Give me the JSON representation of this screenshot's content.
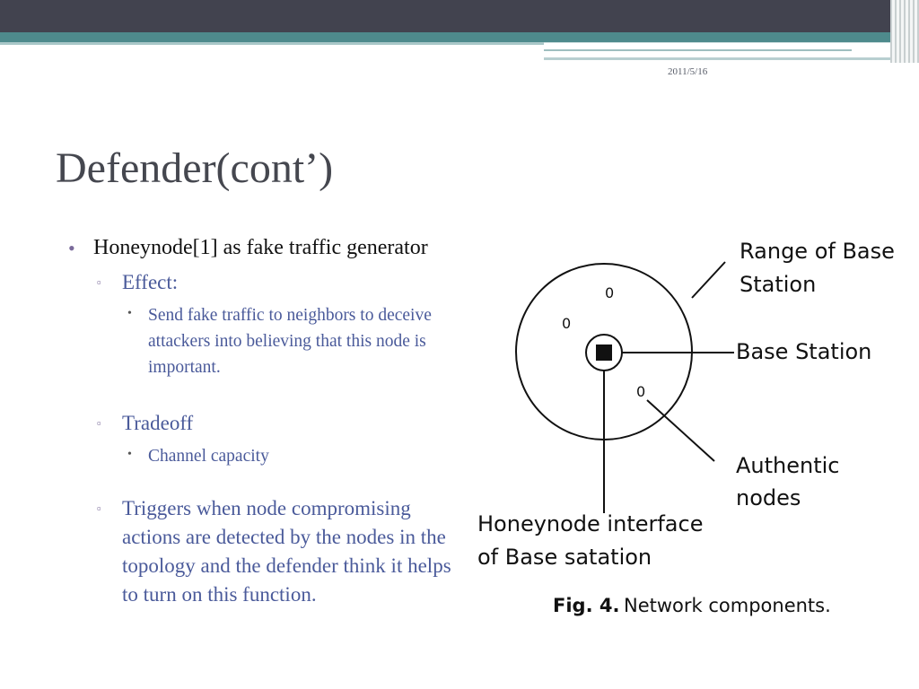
{
  "header": {
    "date": "2011/5/16"
  },
  "slide": {
    "title": "Defender(cont’)"
  },
  "bullets": {
    "main": "Honeynode[1] as fake traffic generator",
    "effect": {
      "label": "Effect:",
      "sub": "Send fake traffic to neighbors to deceive attackers into believing that this node is important."
    },
    "tradeoff": {
      "label": "Tradeoff",
      "sub": "Channel capacity"
    },
    "triggers": "Triggers when node compromising actions are detected by the nodes in the topology and the defender think it helps to turn on this function."
  },
  "figure": {
    "label_range_1": "Range of Base",
    "label_range_2": "Station",
    "label_base_station": "Base Station",
    "label_authentic_1": "Authentic",
    "label_authentic_2": "nodes",
    "label_honeynode_1": "Honeynode interface",
    "label_honeynode_2": "of Base satation",
    "node_glyph_1": "0",
    "node_glyph_2": "0",
    "node_glyph_3": "0",
    "caption_fig": "Fig. 4.",
    "caption_text": "Network components."
  },
  "colors": {
    "header_dark": "#42434f",
    "header_teal": "#4e8a8c",
    "title": "#45474f",
    "sub_bullet_text": "#4a5a9a"
  }
}
